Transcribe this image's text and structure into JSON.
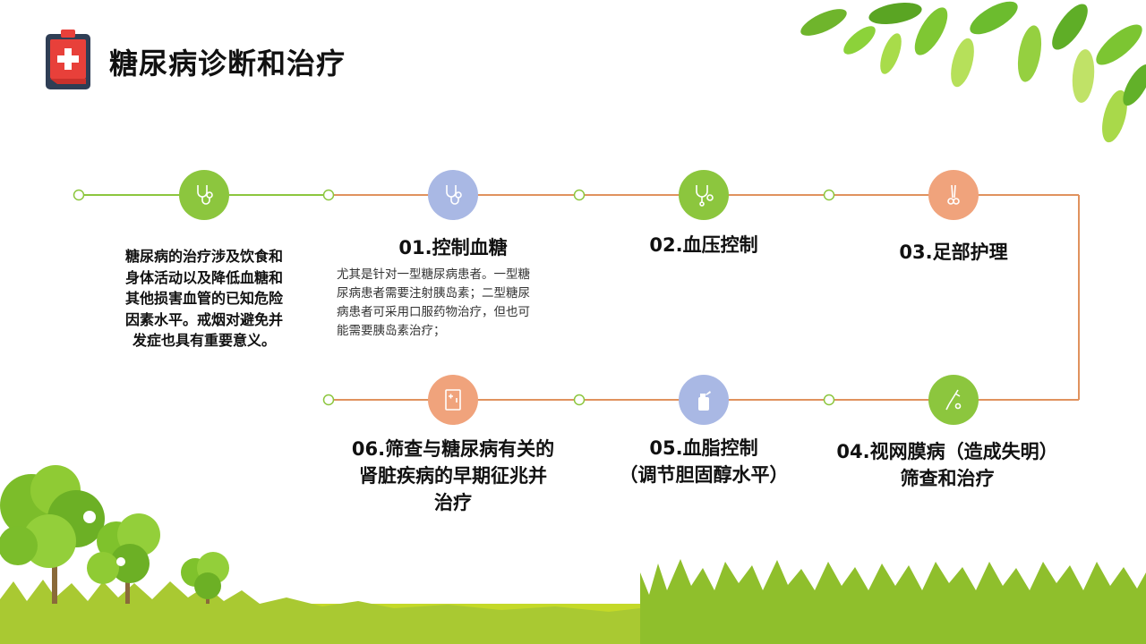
{
  "slide": {
    "title": "糖尿病诊断和治疗",
    "intro_lines": [
      "糖尿病的治疗涉及饮食和",
      "身体活动以及降低血糖和",
      "其他损害血管的已知危险",
      "因素水平。戒烟对避免并",
      "发症也具有重要意义。"
    ]
  },
  "colors": {
    "green": "#8cc63e",
    "orange": "#f0a37c",
    "blue": "#a9b8e4",
    "line_orange": "#e0925e",
    "line_green": "#8cc63e"
  },
  "steps": [
    {
      "id": "step-1",
      "heading": "01.控制血糖",
      "desc_lines": [
        "尤其是针对一型糖尿病患者。一型糖",
        "尿病患者需要注射胰岛素；二型糖尿",
        "病患者可采用口服药物治疗，但也可",
        "能需要胰岛素治疗；"
      ],
      "icon": "stethoscope-icon"
    },
    {
      "id": "step-2",
      "heading": "02.血压控制",
      "icon": "stethoscope-icon"
    },
    {
      "id": "step-3",
      "heading": "03.足部护理",
      "icon": "scissors-icon"
    },
    {
      "id": "step-4",
      "heading_lines": [
        "04.视网膜病（造成失明）",
        "筛查和治疗"
      ],
      "icon": "syringe-icon"
    },
    {
      "id": "step-5",
      "heading_lines": [
        "05.血脂控制",
        "（调节胆固醇水平）"
      ],
      "icon": "bottle-icon"
    },
    {
      "id": "step-6",
      "heading_lines": [
        "06.筛查与糖尿病有关的",
        "肾脏疾病的早期征兆并",
        "治疗"
      ],
      "icon": "medical-cabinet-icon"
    }
  ]
}
